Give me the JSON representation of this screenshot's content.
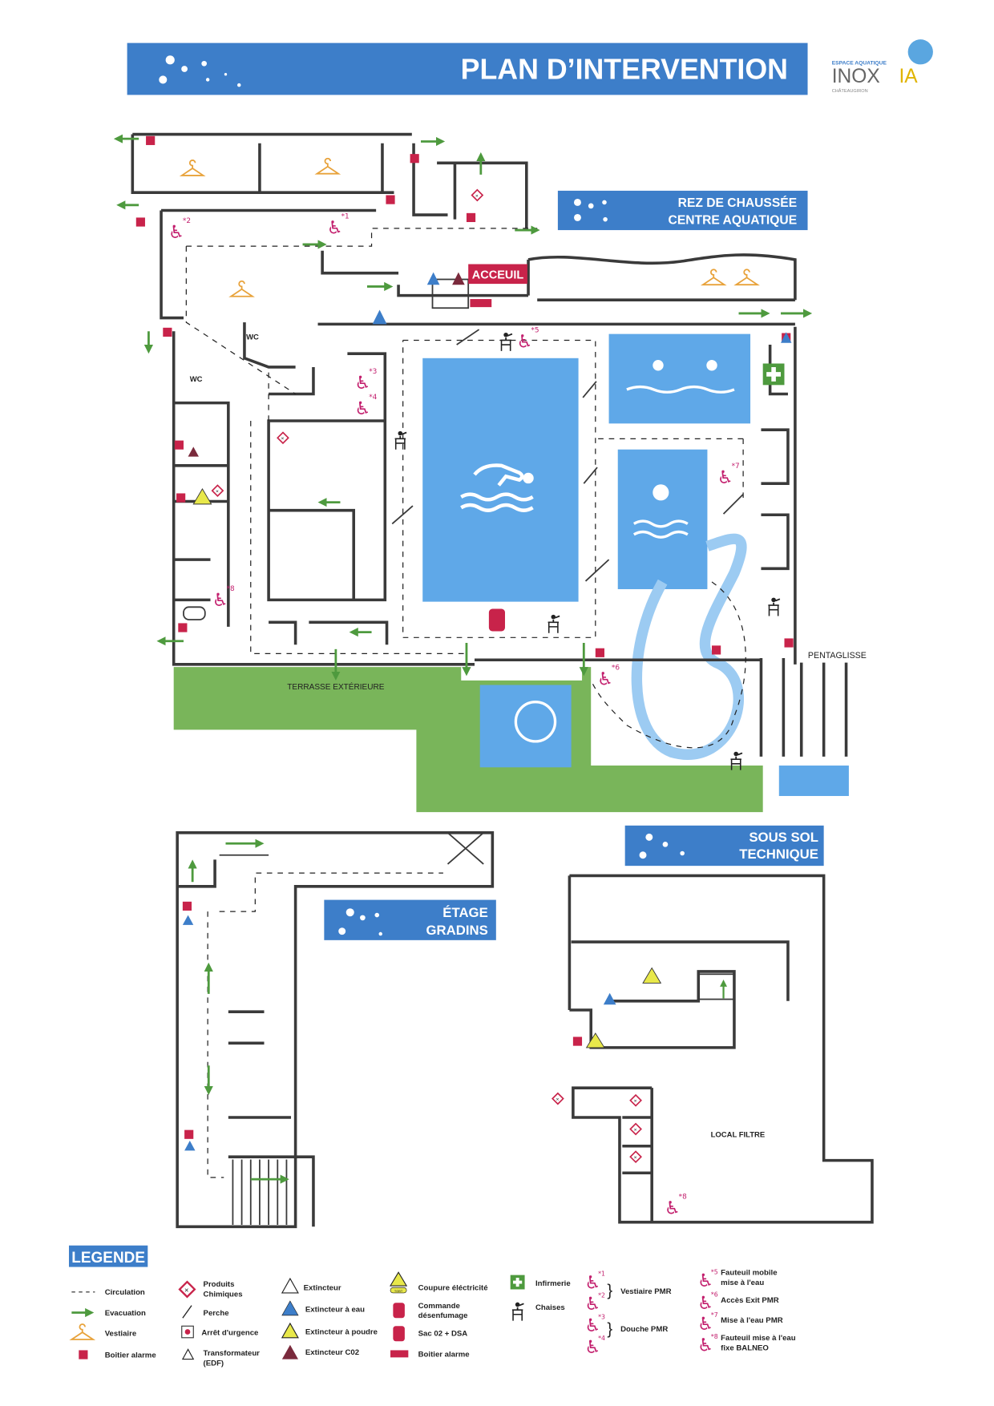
{
  "header": {
    "title": "PLAN D’INTERVENTION"
  },
  "logo": {
    "tagline": "ESPACE AQUATIQUE",
    "name_a": "INOX",
    "name_b": "IA",
    "city": "CHÂTEAUGIRON"
  },
  "sections": {
    "rdc": {
      "line1": "REZ DE CHAUSSÉE",
      "line2": "CENTRE AQUATIQUE"
    },
    "etage": {
      "line1": "ÉTAGE",
      "line2": "GRADINS"
    },
    "sous_sol": {
      "line1": "SOUS SOL",
      "line2": "TECHNIQUE"
    }
  },
  "plan_labels": {
    "wc": "WC",
    "acceuil": "ACCEUIL",
    "terrasse": "TERRASSE EXTÉRIEURE",
    "pentaglisse": "PENTAGLISSE",
    "local_filtre": "LOCAL FILTRE",
    "pmr": [
      "*1",
      "*2",
      "*3",
      "*4",
      "*5",
      "*6",
      "*7",
      "*8"
    ]
  },
  "colors": {
    "brand_blue": "#3d7ec9",
    "pool": "#5fa8e8",
    "grass": "#79b55a",
    "alarm": "#c8234a",
    "pmr": "#c3206e",
    "evac": "#4e9a3e"
  },
  "legend": {
    "title": "LEGENDE",
    "items": [
      {
        "icon": "dash-line-icon",
        "label": "Circulation"
      },
      {
        "icon": "green-arrow-icon",
        "label": "Evacuation"
      },
      {
        "icon": "hanger-icon",
        "label": "Vestiaire"
      },
      {
        "icon": "red-square-icon",
        "label": "Boitier alarme"
      },
      {
        "icon": "chemical-diamond-icon",
        "label": "Produits",
        "label2": "Chimiques"
      },
      {
        "icon": "pole-icon",
        "label": "Perche"
      },
      {
        "icon": "emergency-stop-icon",
        "label": "Arrêt d'urgence"
      },
      {
        "icon": "transformer-icon",
        "label": "Transformateur",
        "label2": "(EDF)"
      },
      {
        "icon": "white-triangle-icon",
        "label": "Extincteur"
      },
      {
        "icon": "blue-triangle-icon",
        "label": "Extincteur à eau"
      },
      {
        "icon": "yellow-triangle-icon",
        "label": "Extincteur à poudre"
      },
      {
        "icon": "maroon-triangle-icon",
        "label": "Extincteur C02"
      },
      {
        "icon": "electric-cut-icon",
        "label": "Coupure éléctricité",
        "badge": "TGBT"
      },
      {
        "icon": "smoke-control-icon",
        "label": "Commande",
        "label2": "désenfumage"
      },
      {
        "icon": "backpack-icon",
        "label": "Sac 02 + DSA"
      },
      {
        "icon": "alarm-box-icon",
        "label": "Boitier alarme"
      },
      {
        "icon": "first-aid-icon",
        "label": "Infirmerie"
      },
      {
        "icon": "lifeguard-chair-icon",
        "label": "Chaises"
      },
      {
        "icon": "pmr-icon",
        "label": "Vestiaire PMR"
      },
      {
        "icon": "pmr-icon",
        "label": "Douche PMR"
      },
      {
        "icon": "pmr-icon",
        "label": "Fauteuil mobile",
        "label2": "mise à l'eau"
      },
      {
        "icon": "pmr-icon",
        "label": "Accès Exit PMR"
      },
      {
        "icon": "pmr-icon",
        "label": "Mise à l'eau PMR"
      },
      {
        "icon": "pmr-icon",
        "label": "Fauteuil mise à l'eau",
        "label2": "fixe BALNEO"
      }
    ]
  }
}
